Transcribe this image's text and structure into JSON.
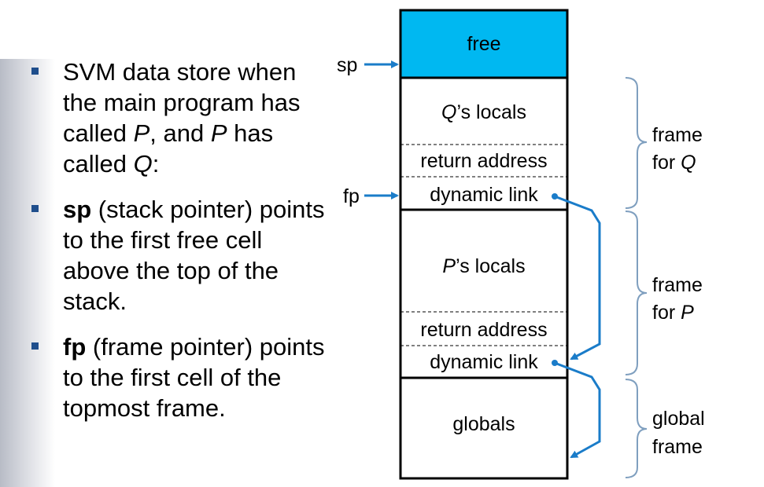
{
  "bullets": [
    {
      "parts": [
        {
          "text": "SVM data store when the main program has called ",
          "style": "normal"
        },
        {
          "text": "P",
          "style": "italic"
        },
        {
          "text": ", and ",
          "style": "normal"
        },
        {
          "text": "P",
          "style": "italic"
        },
        {
          "text": " has called ",
          "style": "normal"
        },
        {
          "text": "Q",
          "style": "italic"
        },
        {
          "text": ":",
          "style": "normal"
        }
      ]
    },
    {
      "parts": [
        {
          "text": "sp",
          "style": "bold"
        },
        {
          "text": " (stack pointer) points to the first free cell above the top of the stack.",
          "style": "normal"
        }
      ]
    },
    {
      "parts": [
        {
          "text": "fp",
          "style": "bold"
        },
        {
          "text": " (frame pointer) points to the first cell of the topmost frame.",
          "style": "normal"
        }
      ]
    }
  ],
  "stack": {
    "free": "free",
    "q_locals_name": "Q",
    "q_locals_suffix": "’s locals",
    "q_return": "return address",
    "q_dynamic": "dynamic link",
    "p_locals_name": "P",
    "p_locals_suffix": "’s locals",
    "p_return": "return address",
    "p_dynamic": "dynamic link",
    "globals": "globals"
  },
  "pointers": {
    "sp": "sp",
    "fp": "fp"
  },
  "frames": {
    "q_line1": "frame",
    "q_line2_prefix": "for ",
    "q_line2_name": "Q",
    "p_line1": "frame",
    "p_line2_prefix": "for ",
    "p_line2_name": "P",
    "g_line1": "global",
    "g_line2": "frame"
  },
  "colors": {
    "free_fill": "#00b8f1",
    "arrow": "#1a7cc9",
    "bullet": "#1f4e8c",
    "brace": "#7f9fbf"
  }
}
